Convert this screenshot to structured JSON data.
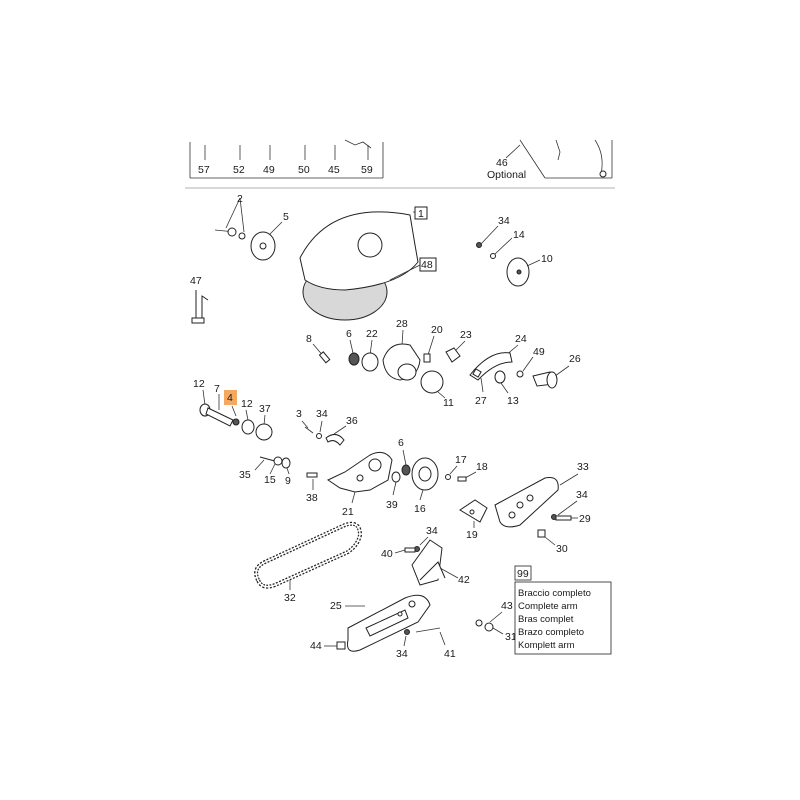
{
  "top_strip": {
    "left_labels": [
      "57",
      "52",
      "49",
      "50",
      "45",
      "59"
    ],
    "right_number": "46",
    "optional_label": "Optional"
  },
  "callouts": {
    "c1": "1",
    "c2": "2",
    "c3": "3",
    "c4": "4",
    "c5": "5",
    "c6a": "6",
    "c6b": "6",
    "c7": "7",
    "c8": "8",
    "c9": "9",
    "c10": "10",
    "c11": "11",
    "c12a": "12",
    "c12b": "12",
    "c13": "13",
    "c14": "14",
    "c15": "15",
    "c16": "16",
    "c17": "17",
    "c18": "18",
    "c19": "19",
    "c20": "20",
    "c21": "21",
    "c22": "22",
    "c23": "23",
    "c24": "24",
    "c25": "25",
    "c26": "26",
    "c27": "27",
    "c28": "28",
    "c29": "29",
    "c30": "30",
    "c31": "31",
    "c32": "32",
    "c33": "33",
    "c34a": "34",
    "c34b": "34",
    "c34c": "34",
    "c34d": "34",
    "c34e": "34",
    "c35": "35",
    "c36": "36",
    "c37": "37",
    "c38": "38",
    "c39": "39",
    "c40": "40",
    "c41": "41",
    "c42": "42",
    "c43": "43",
    "c44": "44",
    "c47": "47",
    "c48": "48",
    "c49": "49"
  },
  "kit_box": {
    "number": "99",
    "lines": [
      "Braccio completo",
      "Complete arm",
      "Bras complet",
      "Brazo completo",
      "Komplett arm"
    ]
  },
  "colors": {
    "highlight": "#f4a860"
  }
}
